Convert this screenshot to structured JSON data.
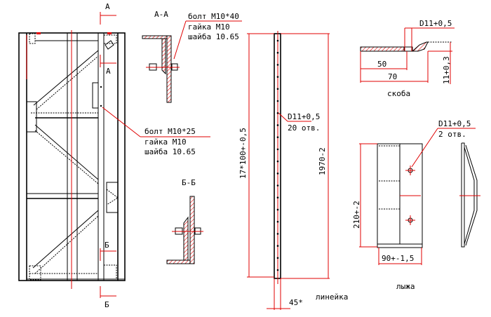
{
  "frame_view": {
    "section_a_top": "А",
    "section_a_bottom": "А",
    "section_b_top": "Б",
    "section_b_bottom": "Б"
  },
  "section_aa": {
    "title": "А-А",
    "callout": [
      "болт M10*40",
      "гайка M10",
      "шайба 10.65"
    ]
  },
  "section_bb": {
    "title": "Б-Б",
    "callout": [
      "болт M10*25",
      "гайка M10",
      "шайба 10.65"
    ]
  },
  "ruler": {
    "name": "линейка",
    "hole_spacing_dim": "17*100+-0,5",
    "length_dim": "1970-2",
    "hole_callout": "D11+0,5",
    "hole_count": "20 отв.",
    "width_dim": "45*",
    "holes": 20
  },
  "bracket": {
    "name": "скоба",
    "hole_callout": "D11+0,5",
    "dim_50": "50",
    "dim_70": "70",
    "height_dim": "11+0,3"
  },
  "ski": {
    "name": "лыжа",
    "hole_callout": "D11+0,5",
    "hole_count": "2 отв.",
    "height_dim": "210+-2",
    "width_dim": "90+-1,5"
  },
  "colors": {
    "line": "#000000",
    "dimension": "#e00000"
  }
}
